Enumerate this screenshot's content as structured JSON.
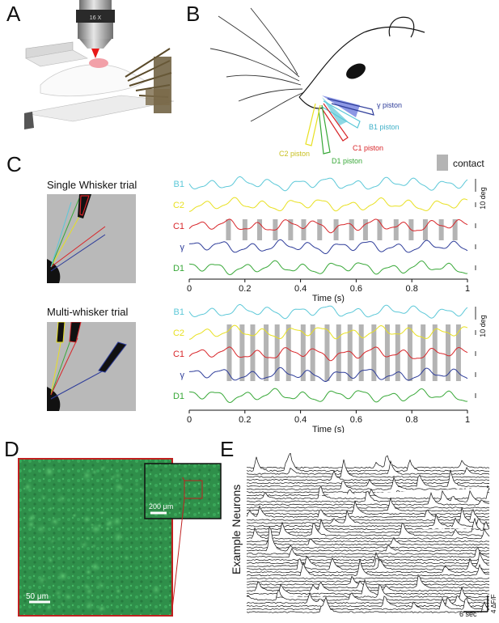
{
  "panels": {
    "a": "A",
    "b": "B",
    "c": "C",
    "d": "D",
    "e": "E"
  },
  "panel_a": {
    "objective_label": "16 X"
  },
  "panel_b": {
    "gamma_piston": "γ piston",
    "b1_piston": "B1 piston",
    "c1_piston": "C1 piston",
    "c2_piston": "C2 piston",
    "d1_piston": "D1 piston"
  },
  "panel_c": {
    "legend_contact": "contact",
    "single_title": "Single Whisker trial",
    "multi_title": "Multi-whisker trial",
    "traces": [
      "B1",
      "C2",
      "C1",
      "γ",
      "D1"
    ],
    "scale_label": "10 deg",
    "xlabel": "Time (s)",
    "ticks_single": [
      "0",
      "0.2",
      "0.4",
      "0.6",
      "0.8",
      "1"
    ],
    "ticks_multi": [
      "0",
      "0.2",
      "0.4",
      "0.6",
      "0.8",
      "1"
    ]
  },
  "panel_d": {
    "scale_big": "50 μm",
    "scale_inset": "200 μm"
  },
  "panel_e": {
    "ylabel": "Example Neurons",
    "scale_time": "6 sec",
    "scale_df": "4 ΔF/F"
  },
  "colors": {
    "b1": "#5cc8d8",
    "c2": "#e8e020",
    "c1": "#d8262a",
    "gamma": "#2e3d9a",
    "d1": "#38a838",
    "contact": "#b4b4b4",
    "gfp": "#2f8f4a",
    "inset_border": "#c02020"
  }
}
